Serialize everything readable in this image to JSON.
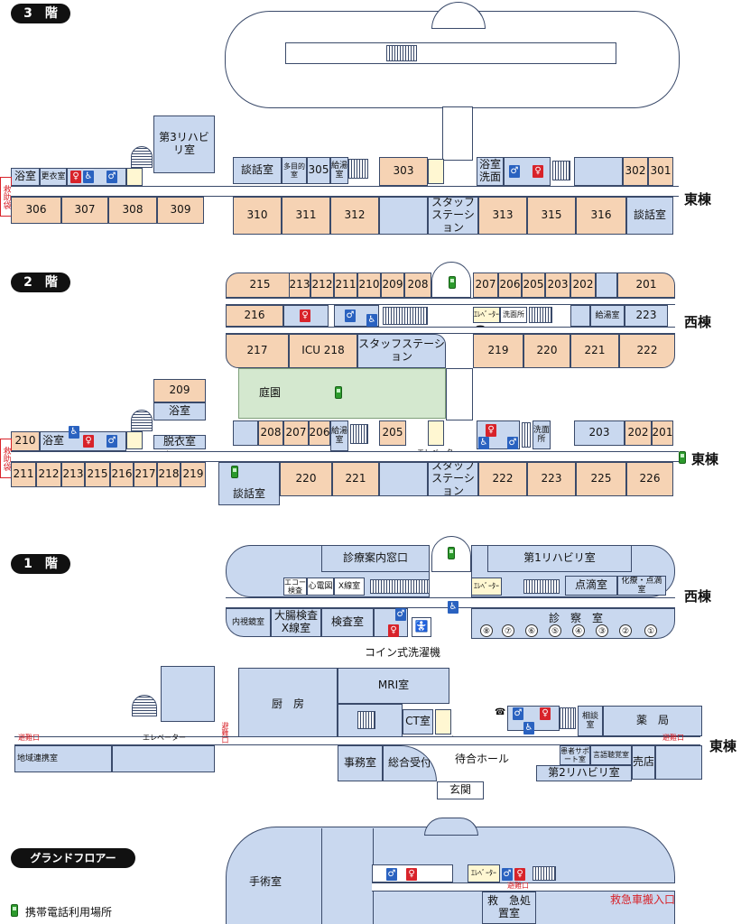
{
  "floors": {
    "f3": "3　階",
    "f2": "2　階",
    "f1": "1　階",
    "gf": "グランドフロアー"
  },
  "wings": {
    "east": "東棟",
    "west": "西棟"
  },
  "common": {
    "elevator": "エレベーター",
    "elevator_small": "ｴﾚﾍﾞｰﾀｰ",
    "rescue": "救助袋",
    "evac": "避難口",
    "phone_legend": "携帯電話利用場所"
  },
  "f3_rooms": {
    "rehab3": "第3リハビリ室",
    "bath": "浴室",
    "change": "更衣室",
    "talk1": "談話室",
    "multi": "多目的室",
    "r305": "305",
    "kyuto": "給湯室",
    "r303": "303",
    "bath2": "浴室洗面",
    "r302": "302",
    "r301": "301",
    "r306": "306",
    "r307": "307",
    "r308": "308",
    "r309": "309",
    "r310": "310",
    "r311": "311",
    "r312": "312",
    "staff": "スタッフステーション",
    "r313": "313",
    "r315": "315",
    "r316": "316",
    "talk2": "談話室"
  },
  "f2_rooms": {
    "r215": "215",
    "r213": "213",
    "r212": "212",
    "r211": "211",
    "r210": "210",
    "r209": "209",
    "r208": "208",
    "r207": "207",
    "r206": "206",
    "r205": "205",
    "r203": "203",
    "r202": "202",
    "r201": "201",
    "r216": "216",
    "elev_w": "ｴﾚﾍﾞｰﾀｰ",
    "wash": "洗面所",
    "kyuto": "給湯室",
    "r223": "223",
    "r217": "217",
    "icu": "ICU 218",
    "staff_w": "スタッフステーション",
    "r219": "219",
    "r220": "220",
    "r221": "221",
    "r222": "222",
    "garden": "庭園",
    "r209e": "209",
    "bath": "浴室",
    "undress": "脱衣室",
    "r210e": "210",
    "bath_e": "浴室",
    "r208e": "208",
    "r207e": "207",
    "r206e": "206",
    "kyuto_e": "給湯室",
    "r205e": "205",
    "wash_e": "洗面所",
    "r203e": "203",
    "r202e": "202",
    "r201e": "201",
    "r212e": "212",
    "r213e": "213",
    "r215e": "215",
    "r216e": "216",
    "r217e": "217",
    "r218": "218",
    "r219e": "219",
    "talk": "談話室",
    "r220e": "220",
    "r221e": "221",
    "staff_e": "スタッフステーション",
    "r222e": "222",
    "r223e": "223",
    "r225": "225",
    "r226": "226"
  },
  "f1_rooms": {
    "reception": "診療案内窓口",
    "rehab1": "第1リハビリ室",
    "echo": "エコー検査",
    "ecg": "心電図",
    "xray": "X線室",
    "elev": "ｴﾚﾍﾞｰﾀｰ",
    "drip": "点滴室",
    "chemo": "化療・点滴室",
    "endo": "内視鏡室",
    "colon": "大腸検査X線室",
    "exam": "検査室",
    "clinic": "診　察　室",
    "nums": [
      "⑧",
      "⑦",
      "⑥",
      "⑤",
      "④",
      "③",
      "②",
      "①"
    ],
    "coin": "コイン式洗濯機",
    "kitchen": "厨　房",
    "mri": "MRI室",
    "ct": "CT室",
    "consult": "相談室",
    "pharmacy": "薬　局",
    "regional": "地域連携室",
    "office": "事務室",
    "general": "総合受付",
    "waiting": "待合ホール",
    "patient": "患者サポート室",
    "speech": "言語聴覚室",
    "shop": "売店",
    "rehab2": "第2リハビリ室",
    "entrance": "玄関"
  },
  "gf_rooms": {
    "surgery": "手術室",
    "elev": "ｴﾚﾍﾞｰﾀｰ",
    "emergency": "救　急処置室",
    "ambulance": "救急車搬入口"
  }
}
